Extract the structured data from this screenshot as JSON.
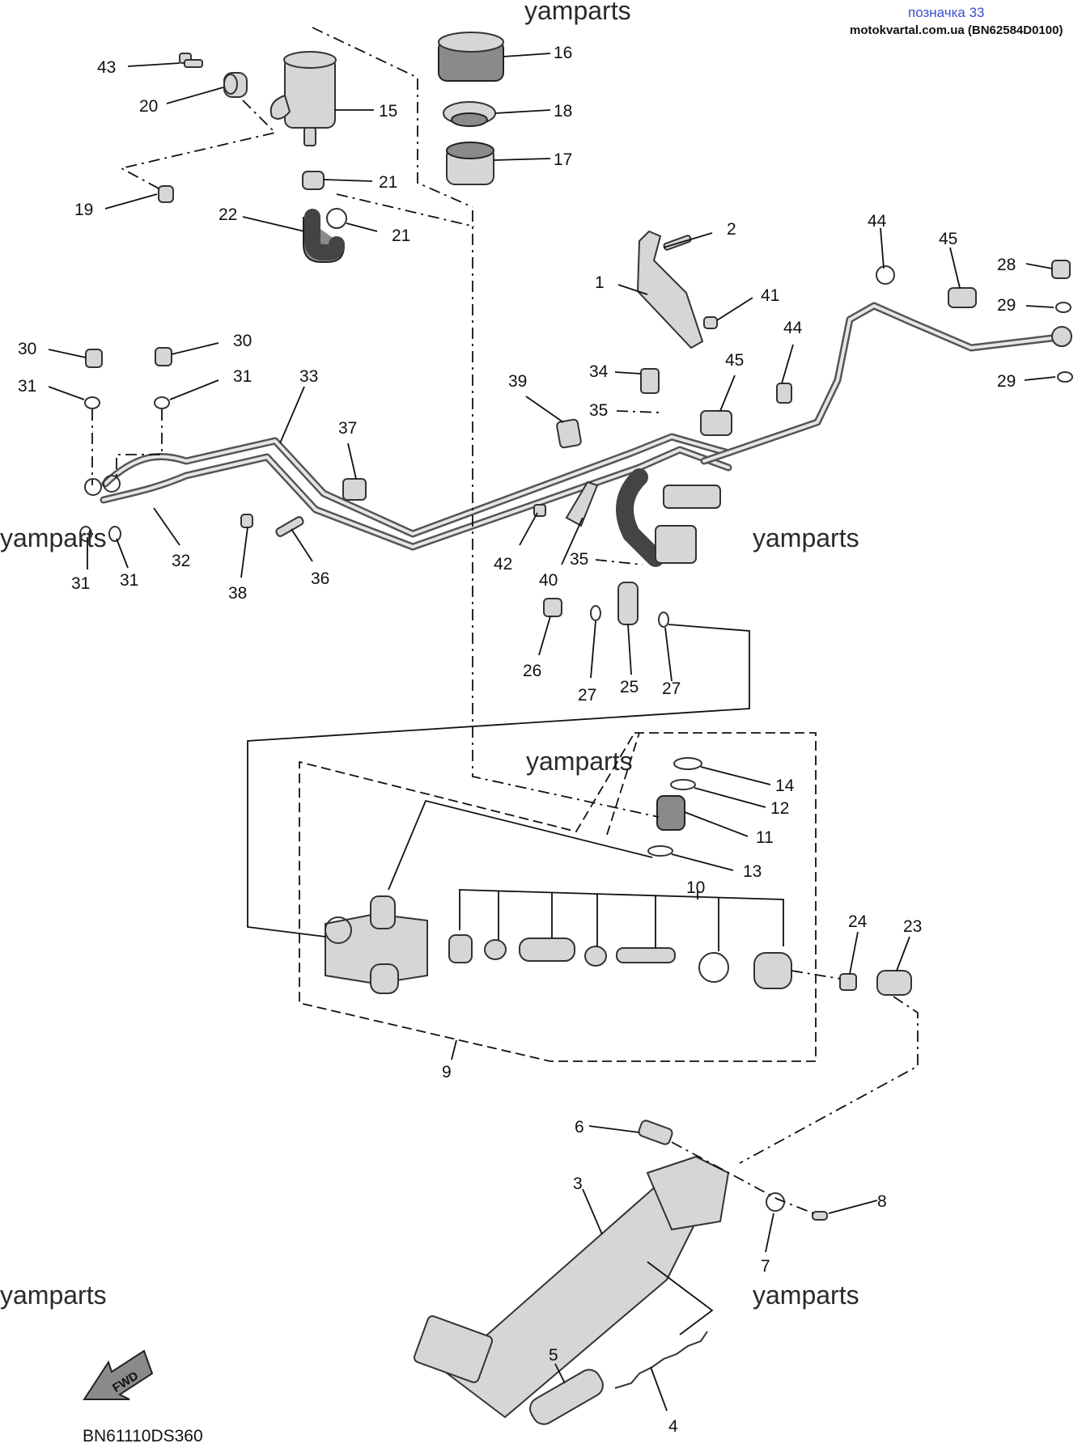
{
  "header": {
    "label": "позначка 33",
    "source": "motokvartal.com.ua (BN62584D0100)"
  },
  "watermarks": [
    "yamparts",
    "yamparts",
    "yamparts",
    "yamparts",
    "yamparts",
    "yamparts"
  ],
  "diagram_code": "BN61110DS360",
  "fwd_label": "FWD",
  "callouts": [
    "43",
    "20",
    "15",
    "16",
    "18",
    "17",
    "21",
    "21",
    "22",
    "19",
    "2",
    "1",
    "41",
    "44",
    "45",
    "28",
    "29",
    "29",
    "44",
    "45",
    "30",
    "30",
    "31",
    "31",
    "33",
    "37",
    "39",
    "34",
    "35",
    "35",
    "42",
    "40",
    "32",
    "31",
    "31",
    "38",
    "36",
    "26",
    "27",
    "25",
    "27",
    "14",
    "12",
    "11",
    "13",
    "10",
    "24",
    "23",
    "9",
    "6",
    "8",
    "3",
    "7",
    "5",
    "4"
  ],
  "colors": {
    "header_link": "#3a4fd0",
    "line": "#111111",
    "part_fill": "#d6d6d6"
  }
}
